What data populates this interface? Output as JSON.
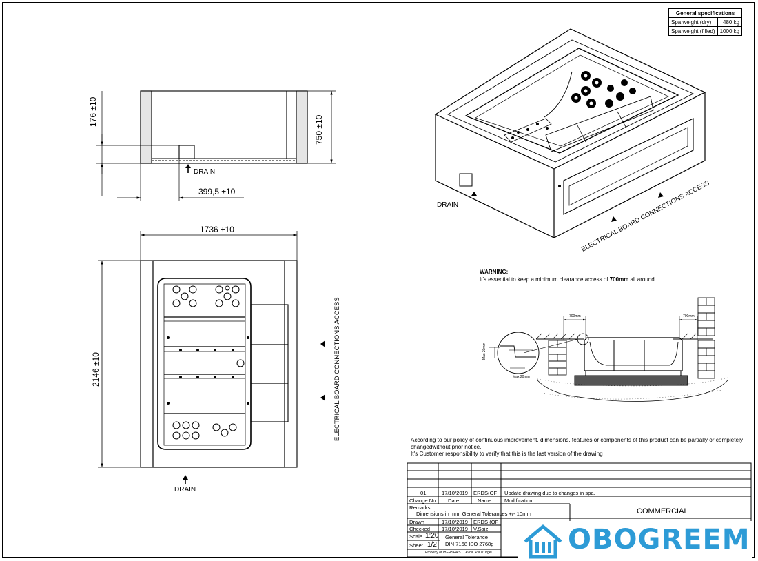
{
  "spec_table": {
    "title": "General specifications",
    "rows": [
      {
        "label": "Spa weight (dry)",
        "value": "480 kg"
      },
      {
        "label": "Spa weight (filled)",
        "value": "1000 kg"
      }
    ]
  },
  "side_view": {
    "dim_top": "176 ±10",
    "dim_height": "750 ±10",
    "dim_drain": "399,5 ±10",
    "drain_label": "DRAIN"
  },
  "top_view": {
    "dim_width": "1736 ±10",
    "dim_length": "2146 ±10",
    "drain_label": "DRAIN",
    "access_label": "ELECTRICAL BOARD CONNECTIONS ACCESS"
  },
  "iso_view": {
    "drain_label": "DRAIN",
    "access_label": "ELECTRICAL BOARD CONNECTIONS ACCESS"
  },
  "warning": {
    "heading": "WARNING:",
    "text_before": "It's essential to keep a minimum clearance access of ",
    "text_bold": "700mm",
    "text_after": " all around."
  },
  "detail": {
    "clearance_left": "700mm",
    "clearance_right": "700mm",
    "max_vertical": "Max 20mm",
    "max_horizontal": "Max 20mm"
  },
  "policy": {
    "line1": "According to our policy of continuous improvement, dimensions, features or components of this product can be partially or completely",
    "line2": "changedwithout prior notice.",
    "line3": "It's Customer responsibility to verify that this is the last version of the drawing"
  },
  "title_block": {
    "revision": {
      "no": "01",
      "date": "17/10/2019",
      "name": "ERDS(OF",
      "modification": "Update drawing due to changes in spa."
    },
    "headers": {
      "change_no": "Change No.",
      "date": "Date",
      "name": "Name",
      "modification": "Modification"
    },
    "remarks_label": "Remarks",
    "remarks_text": "Dimensions in mm. General Tolerances +/- 10mm",
    "commercial": "COMMERCIAL",
    "drawn_label": "Drawn",
    "drawn_date": "17/10/2019",
    "drawn_name": "ERDS (OF",
    "checked_label": "Checked",
    "checked_date": "17/10/2019",
    "checked_name": "V.Saiz",
    "scale_label": "Scale",
    "scale_value": "1:20",
    "sheet_label": "Sheet",
    "sheet_value": "1/2",
    "tolerance_label": "General Tolerance",
    "tolerance_std": "DIN 7168 ISO 2768g",
    "property": "Property of IBERSPA S.L. Avda. Plà d'Urgel"
  },
  "logo": {
    "text": "OBOGREEM",
    "color": "#2d9bd6",
    "icon": "house-radiator-icon"
  }
}
